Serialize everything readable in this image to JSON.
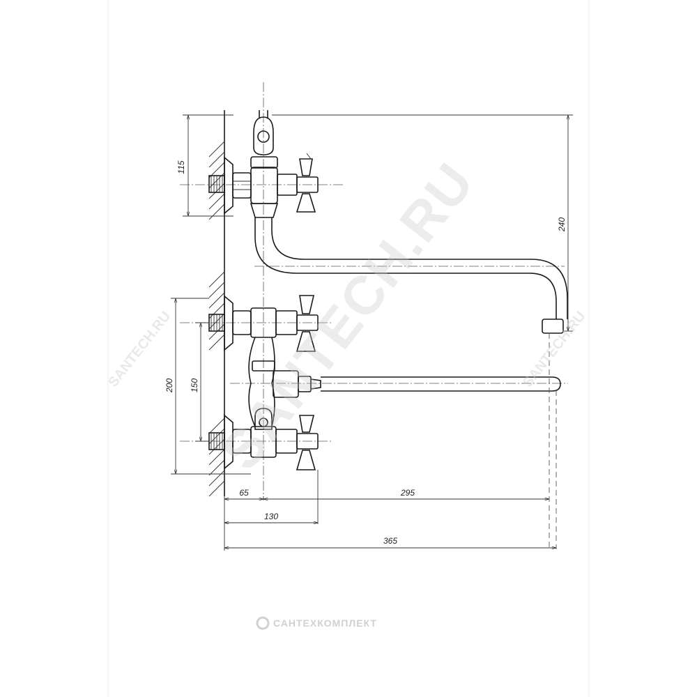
{
  "dimensions": {
    "d115": "115",
    "d240": "240",
    "d200": "200",
    "d150": "150",
    "d65": "65",
    "d295": "295",
    "d130": "130",
    "d365": "365"
  },
  "watermarks": {
    "domain_main": "SANTECH.RU",
    "domain_right": "SANTECH.RU",
    "domain_left": "SANTECH.RU",
    "brand": "САНТЕХКОМПЛЕКТ"
  }
}
